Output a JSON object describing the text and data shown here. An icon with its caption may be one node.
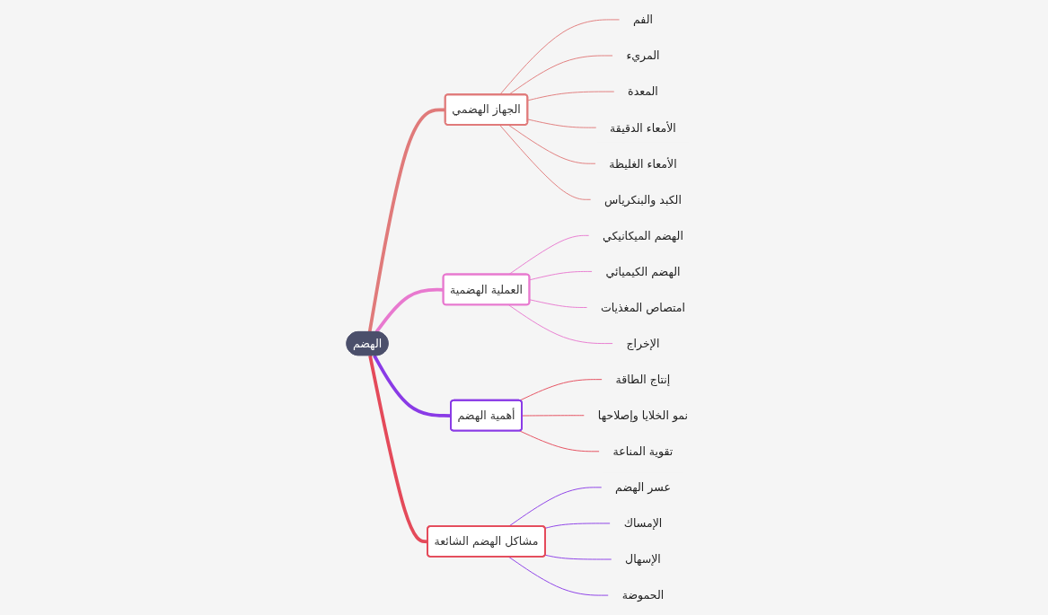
{
  "diagram": {
    "nodes": [
      {
        "text": [
          "الهضم"
        ]
      },
      {
        "text": [
          "الجهاز الهضمي"
        ]
      },
      {
        "text": [
          "الفم"
        ]
      },
      {
        "text": [
          "المريء"
        ]
      },
      {
        "text": [
          "المعدة"
        ]
      },
      {
        "text": [
          "الأمعاء الدقيقة"
        ]
      },
      {
        "text": [
          "الأمعاء الغليظة"
        ]
      },
      {
        "text": [
          "الكبد والبنكرياس"
        ]
      },
      {
        "text": [
          "العملية الهضمية"
        ]
      },
      {
        "text": [
          "الهضم الميكانيكي"
        ]
      },
      {
        "text": [
          "الهضم الكيميائي"
        ]
      },
      {
        "text": [
          "امتصاص المغذيات"
        ]
      },
      {
        "text": [
          "الإخراج"
        ]
      },
      {
        "text": [
          "أهمية الهضم"
        ]
      },
      {
        "text": [
          "إنتاج الطاقة"
        ]
      },
      {
        "text": [
          "نمو الخلايا وإصلاحها"
        ]
      },
      {
        "text": [
          "تقوية المناعة"
        ]
      },
      {
        "text": [
          "مشاكل الهضم الشائعة"
        ]
      },
      {
        "text": [
          "عسر الهضم"
        ]
      },
      {
        "text": [
          "الإمساك"
        ]
      },
      {
        "text": [
          "الإسهال"
        ]
      },
      {
        "text": [
          "الحموضة"
        ]
      }
    ],
    "edges": [
      {
        "from": 0,
        "to": 1,
        "arrow": "none",
        "style": "thick",
        "color": "#e07a7a"
      },
      {
        "from": 1,
        "to": 2,
        "arrow": "none",
        "color": "#e07a7a"
      },
      {
        "from": 1,
        "to": 3,
        "arrow": "none",
        "color": "#e07a7a"
      },
      {
        "from": 1,
        "to": 4,
        "arrow": "none",
        "color": "#e07a7a"
      },
      {
        "from": 1,
        "to": 5,
        "arrow": "none",
        "color": "#e07a7a"
      },
      {
        "from": 1,
        "to": 6,
        "arrow": "none",
        "color": "#e07a7a"
      },
      {
        "from": 1,
        "to": 7,
        "arrow": "none",
        "color": "#e07a7a"
      },
      {
        "from": 0,
        "to": 8,
        "arrow": "none",
        "style": "thick",
        "color": "#e879cf"
      },
      {
        "from": 8,
        "to": 9,
        "arrow": "none",
        "color": "#e879cf"
      },
      {
        "from": 8,
        "to": 10,
        "arrow": "none",
        "color": "#e879cf"
      },
      {
        "from": 8,
        "to": 11,
        "arrow": "none",
        "color": "#e879cf"
      },
      {
        "from": 8,
        "to": 12,
        "arrow": "none",
        "color": "#e879cf"
      },
      {
        "from": 0,
        "to": 13,
        "arrow": "none",
        "style": "thick",
        "color": "#8a3be6"
      },
      {
        "from": 13,
        "to": 14,
        "arrow": "none",
        "color": "#e44a5a"
      },
      {
        "from": 13,
        "to": 15,
        "arrow": "none",
        "color": "#e44a5a"
      },
      {
        "from": 13,
        "to": 16,
        "arrow": "none",
        "color": "#e44a5a"
      },
      {
        "from": 0,
        "to": 17,
        "arrow": "none",
        "style": "thick",
        "color": "#e44a5a"
      },
      {
        "from": 17,
        "to": 18,
        "arrow": "none",
        "color": "#8a3be6"
      },
      {
        "from": 17,
        "to": 19,
        "arrow": "none",
        "color": "#8a3be6"
      },
      {
        "from": 17,
        "to": 20,
        "arrow": "none",
        "color": "#8a3be6"
      },
      {
        "from": 17,
        "to": 21,
        "arrow": "none",
        "color": "#8a3be6"
      }
    ]
  }
}
